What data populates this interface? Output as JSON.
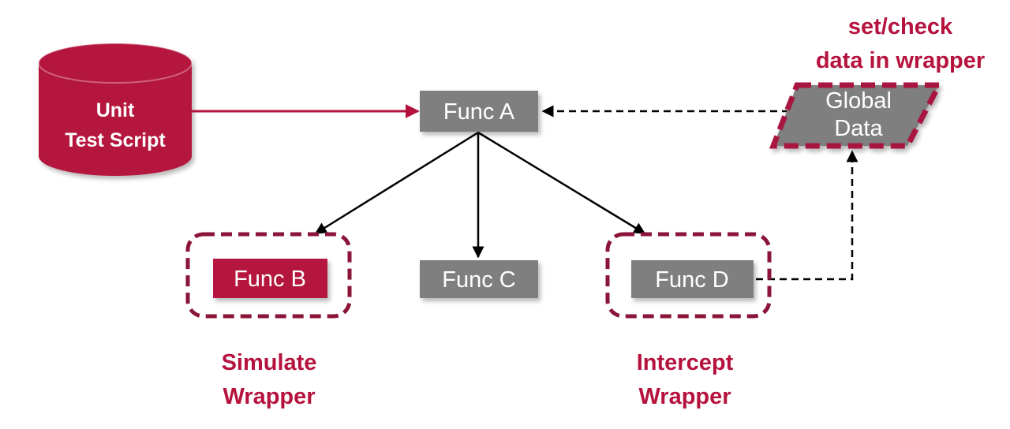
{
  "colors": {
    "accent": "#b5123e",
    "node_gray": "#7f7f7f",
    "arrow": "#000000"
  },
  "nodes": {
    "unit_test_script": {
      "line1": "Unit",
      "line2": "Test Script"
    },
    "func_a": {
      "label": "Func A"
    },
    "func_b": {
      "label": "Func B"
    },
    "func_c": {
      "label": "Func C"
    },
    "func_d": {
      "label": "Func D"
    },
    "global_data": {
      "line1": "Global",
      "line2": "Data"
    }
  },
  "captions": {
    "simulate_wrapper": {
      "line1": "Simulate",
      "line2": "Wrapper"
    },
    "intercept_wrapper": {
      "line1": "Intercept",
      "line2": "Wrapper"
    },
    "set_check": {
      "line1": "set/check",
      "line2": "data in wrapper"
    }
  }
}
